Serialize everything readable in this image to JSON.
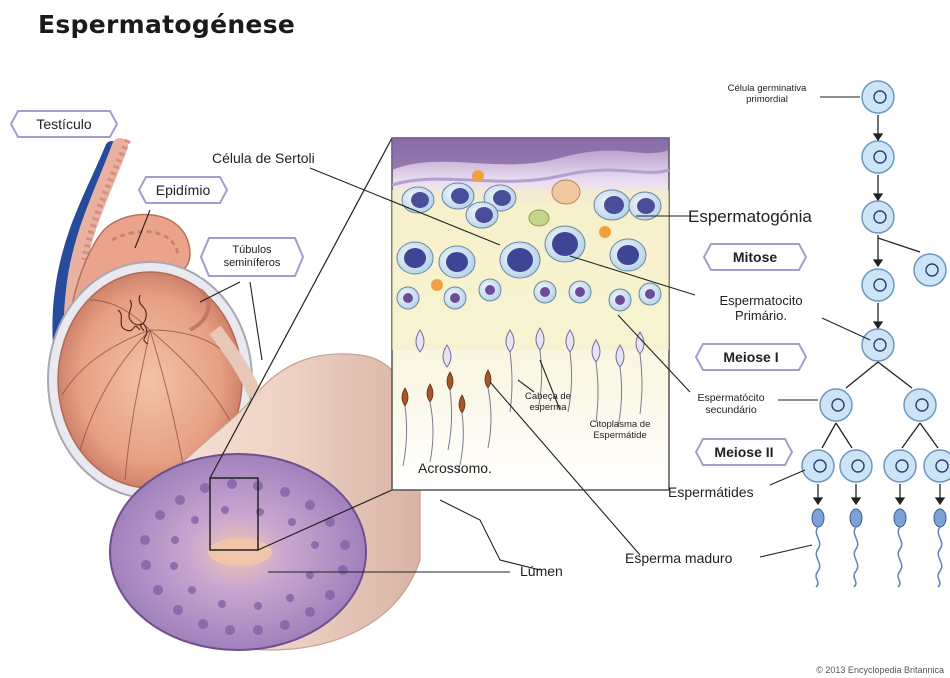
{
  "title": "Espermatogénese",
  "labels": {
    "testiculo": "Testículo",
    "epididimio": "Epidímio",
    "tubulos": "Túbulos seminíferos",
    "sertoli": "Célula de Sertoli",
    "espermatogonia": "Espermatogónia",
    "mitose": "Mitose",
    "espermatocito_primario": "Espermatocito Primário.",
    "meiose1": "Meiose I",
    "espermatocito_secundario": "Espermatócito secundário",
    "meiose2": "Meiose II",
    "espermatides": "Espermátides",
    "cabeca": "Cabeça de esperma",
    "citoplasma": "Citoplasma de Espermátide",
    "acrossomo": "Acrossomo.",
    "esperma_maduro": "Esperma maduro",
    "lumen": "Lúmen",
    "germinativa": "Célula germinativa primordial"
  },
  "credit": "© 2013 Encyclopedia Britannica"
}
